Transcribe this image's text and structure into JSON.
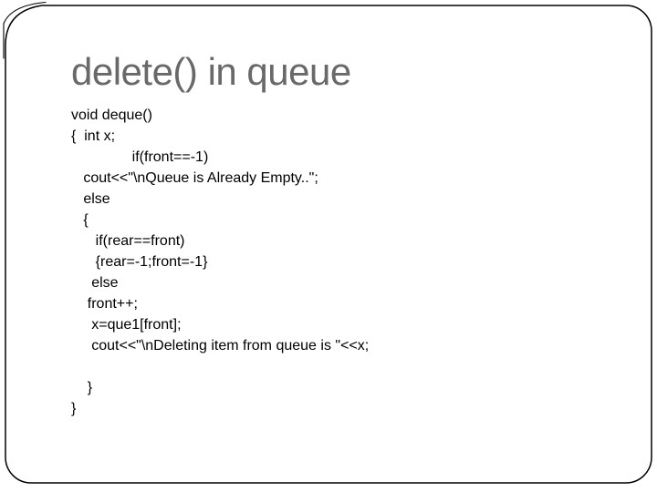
{
  "slide": {
    "title": "delete() in queue",
    "colors": {
      "title_gray": "#696969",
      "code_black": "#000000",
      "border_black": "#000000",
      "background_white": "#ffffff"
    },
    "code_lines": [
      "void deque()",
      "{  int x;",
      "               if(front==-1)",
      "   cout<<\"\\nQueue is Already Empty..\";",
      "   else",
      "   {",
      "      if(rear==front)",
      "      {rear=-1;front=-1}",
      "     else",
      "    front++;",
      "     x=que1[front];",
      "     cout<<\"\\nDeleting item from queue is \"<<x;",
      "",
      "    }",
      "}"
    ]
  }
}
